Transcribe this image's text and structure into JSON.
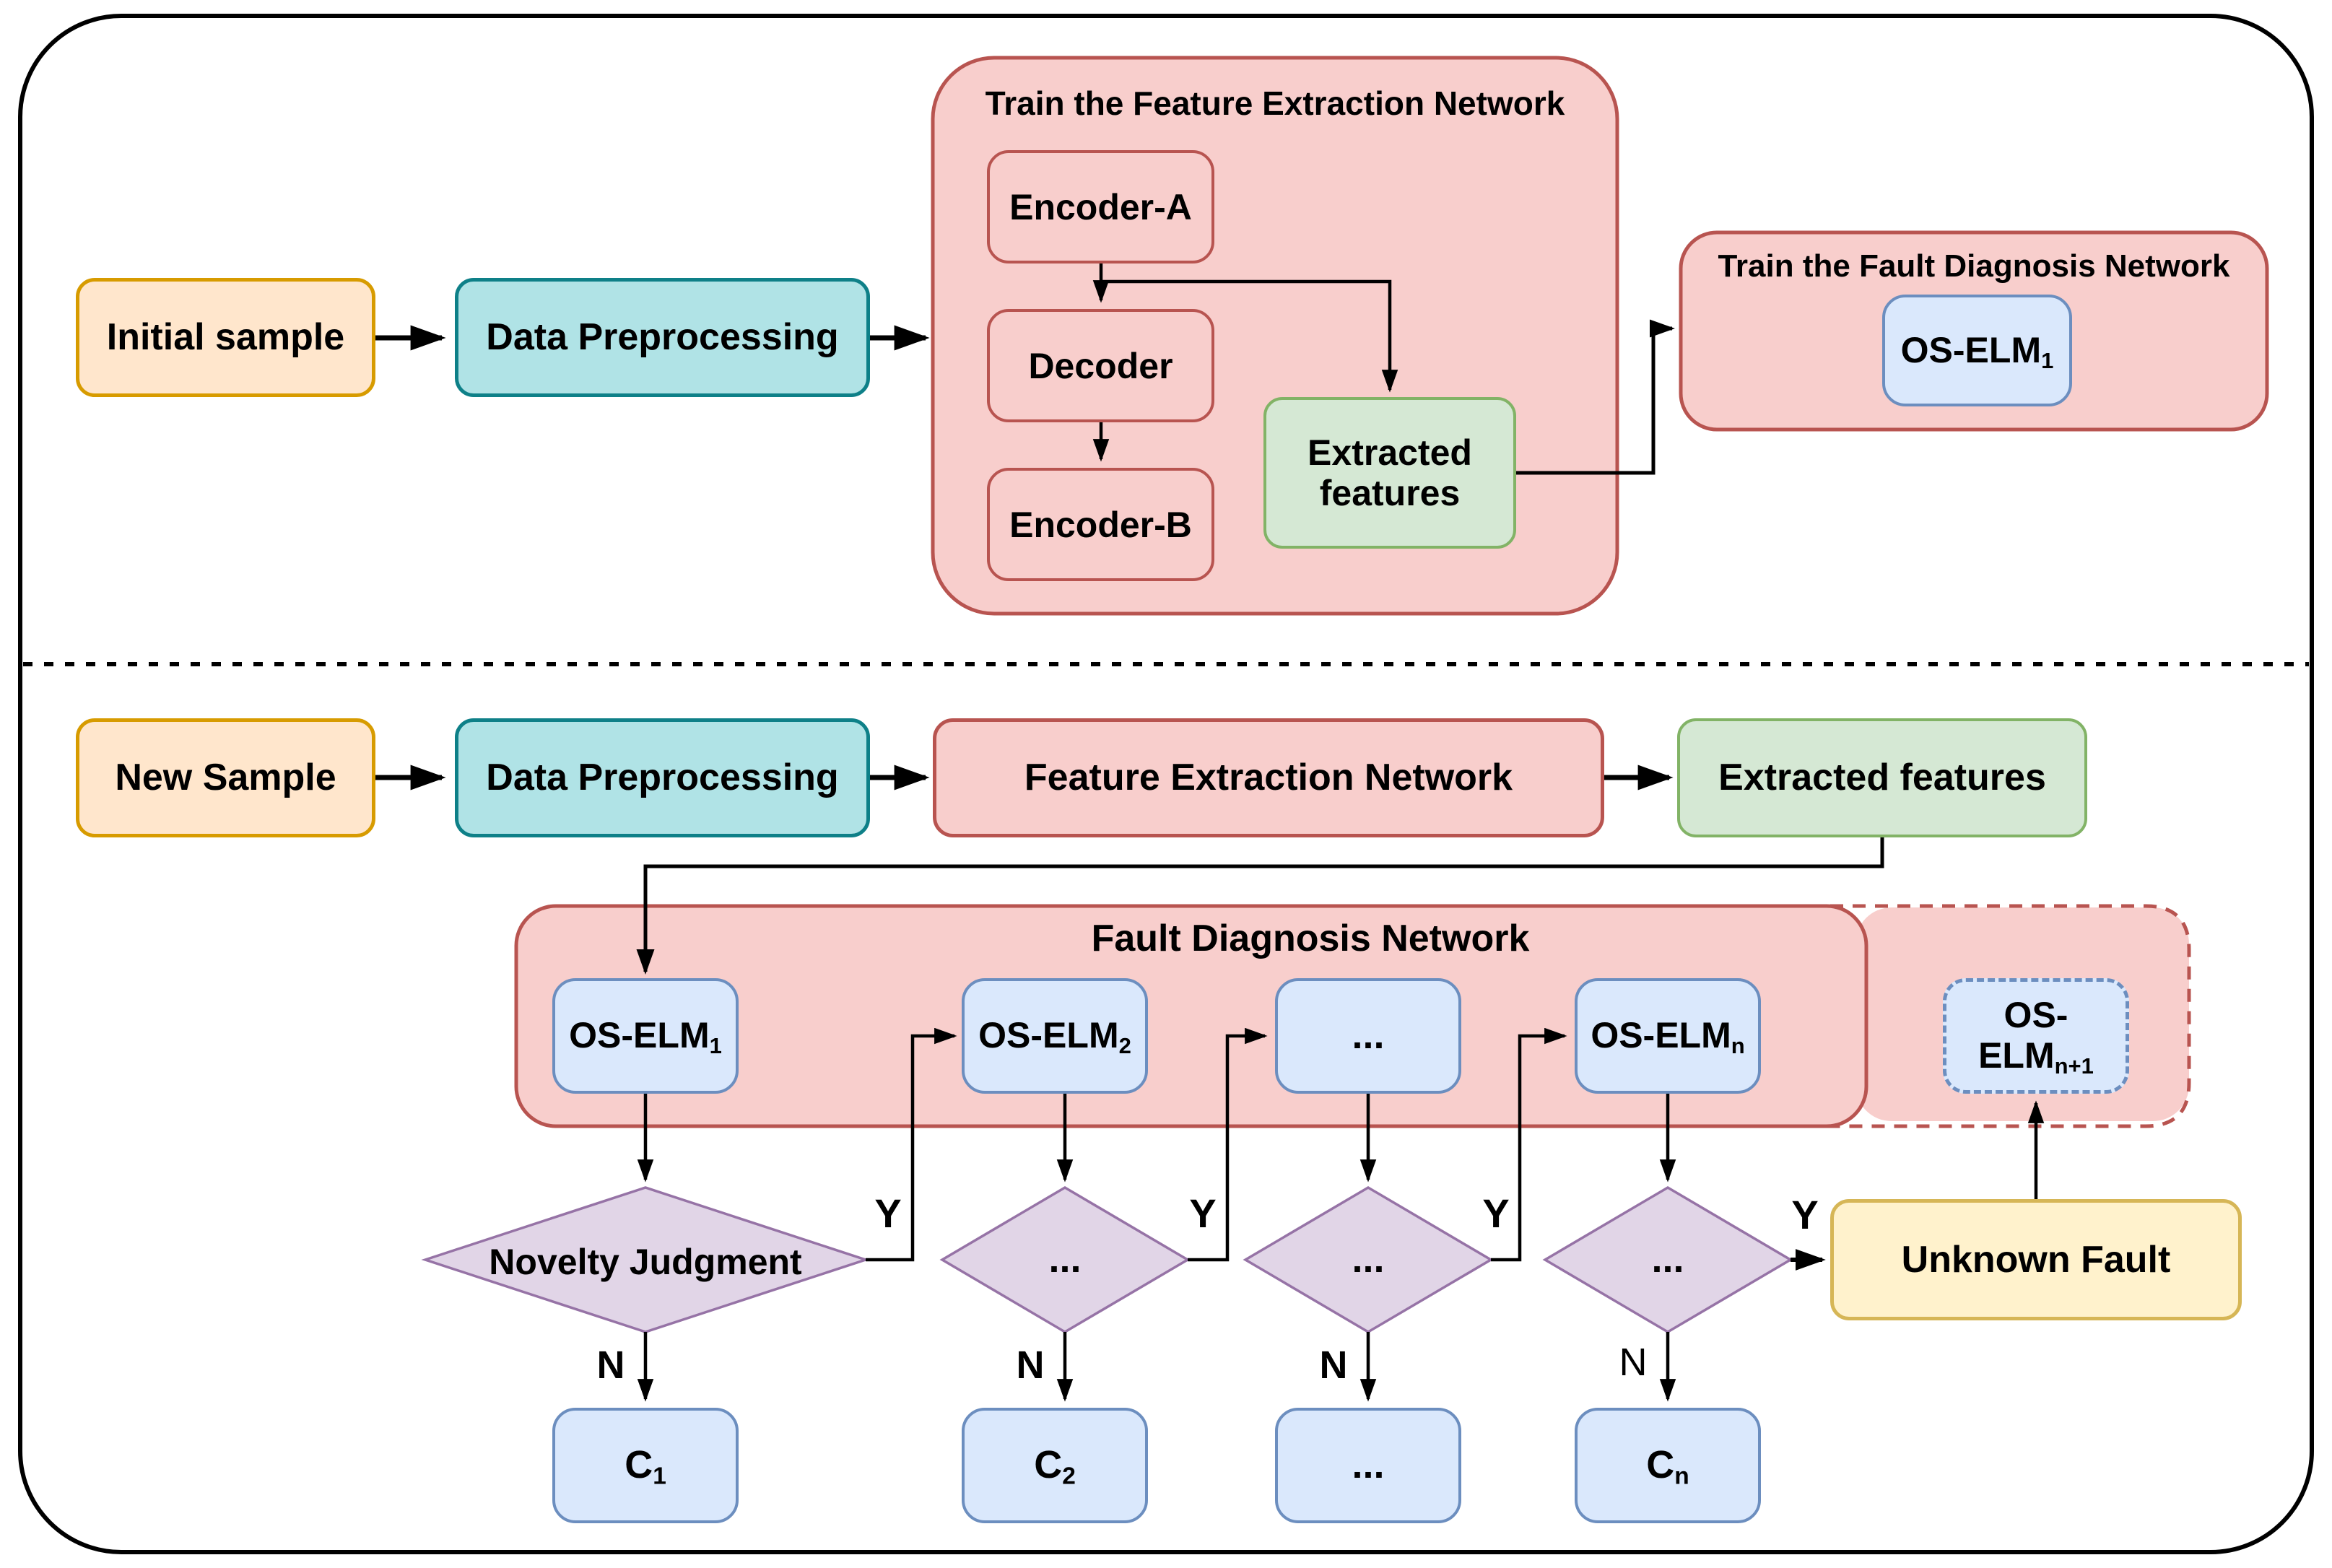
{
  "top": {
    "initial_sample": "Initial sample",
    "data_preprocessing": "Data Preprocessing",
    "fen_container_title": "Train the Feature Extraction Network",
    "encoder_a": "Encoder-A",
    "decoder": "Decoder",
    "encoder_b": "Encoder-B",
    "extracted_features_line1": "Extracted",
    "extracted_features_line2": "features",
    "tfdn_title": "Train the Fault Diagnosis Network",
    "os_elm1": {
      "main": "OS-ELM",
      "sub": "1"
    }
  },
  "bottom": {
    "new_sample": "New Sample",
    "data_preprocessing": "Data Preprocessing",
    "fen_box": "Feature Extraction Network",
    "extracted_features": "Extracted features",
    "fdn_title": "Fault Diagnosis Network",
    "os_elms": [
      {
        "main": "OS-ELM",
        "sub": "1"
      },
      {
        "main": "OS-ELM",
        "sub": "2"
      },
      {
        "main": "...",
        "sub": ""
      },
      {
        "main": "OS-ELM",
        "sub": "n"
      },
      {
        "main": "OS-ELM",
        "sub": "n+1"
      }
    ],
    "diamonds": [
      "Novelty Judgment",
      "...",
      "...",
      "..."
    ],
    "labels_y": [
      "Y",
      "Y",
      "Y",
      "Y"
    ],
    "labels_n": [
      "N",
      "N",
      "N",
      "N"
    ],
    "classes": [
      {
        "main": "C",
        "sub": "1"
      },
      {
        "main": "C",
        "sub": "2"
      },
      {
        "main": "...",
        "sub": ""
      },
      {
        "main": "C",
        "sub": "n"
      }
    ],
    "unknown_fault": "Unknown Fault"
  },
  "colors": {
    "orange_fill": "#FFE6CC",
    "orange_stroke": "#D79B00",
    "teal_fill": "#B0E3E6",
    "teal_stroke": "#0E8088",
    "pink_fill": "#F8CECC",
    "pink_stroke": "#B85450",
    "green_fill": "#D5E8D4",
    "green_stroke": "#82B366",
    "blue_fill": "#DAE8FC",
    "blue_stroke": "#6C8EBF",
    "purple_fill": "#E1D5E7",
    "purple_stroke": "#9673A6",
    "yellow_fill": "#FFF2CC",
    "yellow_stroke": "#D6B656",
    "line": "#000000"
  }
}
